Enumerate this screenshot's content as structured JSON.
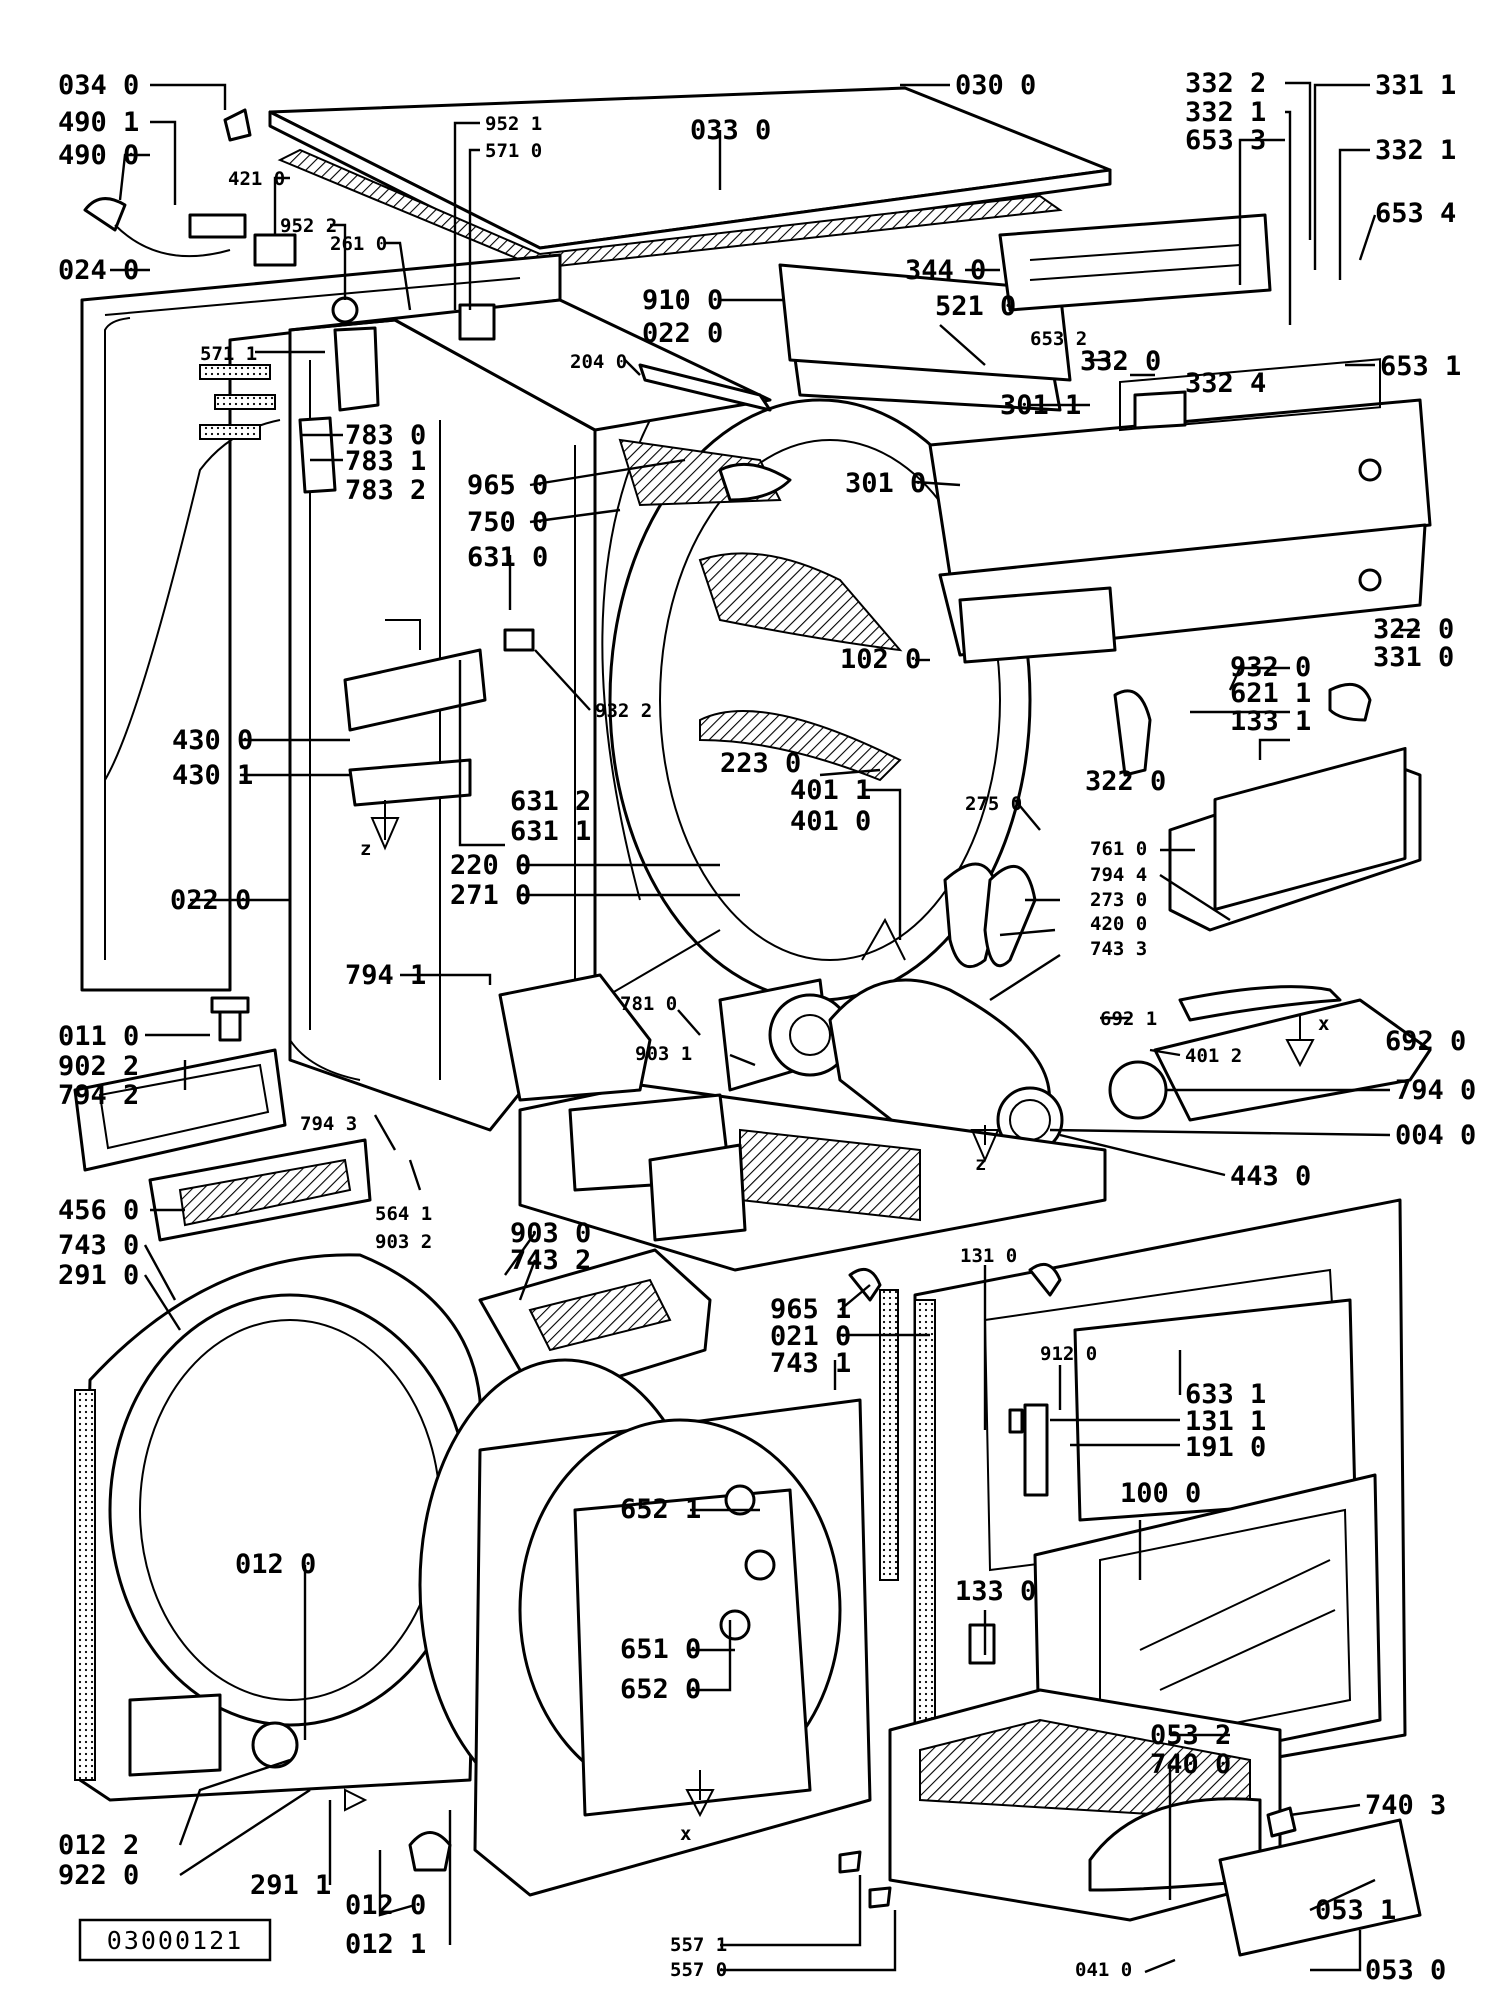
{
  "figure_id": "03000121",
  "parts": [
    {
      "id": "p0340",
      "label": "034 0"
    },
    {
      "id": "p4901",
      "label": "490 1"
    },
    {
      "id": "p4900",
      "label": "490 0"
    },
    {
      "id": "p0240",
      "label": "024 0"
    },
    {
      "id": "p4210",
      "label": "421 0"
    },
    {
      "id": "p9522",
      "label": "952 2"
    },
    {
      "id": "p5711",
      "label": "571 1"
    },
    {
      "id": "p2610",
      "label": "261 0"
    },
    {
      "id": "p9521",
      "label": "952 1"
    },
    {
      "id": "p5710",
      "label": "571 0"
    },
    {
      "id": "p0300",
      "label": "030 0"
    },
    {
      "id": "p0330",
      "label": "033 0"
    },
    {
      "id": "p3322",
      "label": "332 2"
    },
    {
      "id": "p3321a",
      "label": "332 1"
    },
    {
      "id": "p6533",
      "label": "653 3"
    },
    {
      "id": "p3311a",
      "label": "331 1"
    },
    {
      "id": "p3321b",
      "label": "332 1"
    },
    {
      "id": "p6534",
      "label": "653 4"
    },
    {
      "id": "p3440",
      "label": "344 0"
    },
    {
      "id": "p9100",
      "label": "910 0"
    },
    {
      "id": "p0220a",
      "label": "022 0"
    },
    {
      "id": "p5210",
      "label": "521 0"
    },
    {
      "id": "p6532",
      "label": "653 2"
    },
    {
      "id": "p3320",
      "label": "332 0"
    },
    {
      "id": "p3324",
      "label": "332 4"
    },
    {
      "id": "p6531",
      "label": "653 1"
    },
    {
      "id": "p2040",
      "label": "204 0"
    },
    {
      "id": "p3011",
      "label": "301 1"
    },
    {
      "id": "p7830",
      "label": "783 0"
    },
    {
      "id": "p7831",
      "label": "783 1"
    },
    {
      "id": "p7832",
      "label": "783 2"
    },
    {
      "id": "p9650",
      "label": "965 0"
    },
    {
      "id": "p7500",
      "label": "750 0"
    },
    {
      "id": "p6310",
      "label": "631 0"
    },
    {
      "id": "p3010",
      "label": "301 0"
    },
    {
      "id": "p1020",
      "label": "102 0"
    },
    {
      "id": "p3220a",
      "label": "322 0"
    },
    {
      "id": "p3310",
      "label": "331 0"
    },
    {
      "id": "p9320",
      "label": "932 0"
    },
    {
      "id": "p6211",
      "label": "621 1"
    },
    {
      "id": "p1331a",
      "label": "133 1"
    },
    {
      "id": "p9322",
      "label": "932 2"
    },
    {
      "id": "p4300",
      "label": "430 0"
    },
    {
      "id": "p4301",
      "label": "430 1"
    },
    {
      "id": "p2230",
      "label": "223 0"
    },
    {
      "id": "p3220b",
      "label": "322 0"
    },
    {
      "id": "p6312",
      "label": "631 2"
    },
    {
      "id": "p6311",
      "label": "631 1"
    },
    {
      "id": "p4011",
      "label": "401 1"
    },
    {
      "id": "p4010",
      "label": "401 0"
    },
    {
      "id": "p2750",
      "label": "275 0"
    },
    {
      "id": "p2200",
      "label": "220 0"
    },
    {
      "id": "p2710",
      "label": "271 0"
    },
    {
      "id": "p0220b",
      "label": "022 0"
    },
    {
      "id": "p7610",
      "label": "761 0"
    },
    {
      "id": "p7944",
      "label": "794 4"
    },
    {
      "id": "p2730",
      "label": "273 0"
    },
    {
      "id": "p4200",
      "label": "420 0"
    },
    {
      "id": "p7433",
      "label": "743 3"
    },
    {
      "id": "p7941",
      "label": "794 1"
    },
    {
      "id": "p7810",
      "label": "781 0"
    },
    {
      "id": "p6921",
      "label": "692 1"
    },
    {
      "id": "p6920",
      "label": "692 0"
    },
    {
      "id": "p0110",
      "label": "011 0"
    },
    {
      "id": "p9031",
      "label": "903 1"
    },
    {
      "id": "p4012",
      "label": "401 2"
    },
    {
      "id": "p9022",
      "label": "902 2"
    },
    {
      "id": "p7942",
      "label": "794 2"
    },
    {
      "id": "p7940",
      "label": "794 0"
    },
    {
      "id": "p0040",
      "label": "004 0"
    },
    {
      "id": "p7943",
      "label": "794 3"
    },
    {
      "id": "p4430",
      "label": "443 0"
    },
    {
      "id": "p4560",
      "label": "456 0"
    },
    {
      "id": "p5641",
      "label": "564 1"
    },
    {
      "id": "p9032",
      "label": "903 2"
    },
    {
      "id": "p7430",
      "label": "743 0"
    },
    {
      "id": "p2910",
      "label": "291 0"
    },
    {
      "id": "p9030",
      "label": "903 0"
    },
    {
      "id": "p7432",
      "label": "743 2"
    },
    {
      "id": "p1310",
      "label": "131 0"
    },
    {
      "id": "p9651",
      "label": "965 1"
    },
    {
      "id": "p0210",
      "label": "021 0"
    },
    {
      "id": "p7431",
      "label": "743 1"
    },
    {
      "id": "p9120",
      "label": "912 0"
    },
    {
      "id": "p6331",
      "label": "633 1"
    },
    {
      "id": "p1311",
      "label": "131 1"
    },
    {
      "id": "p1910",
      "label": "191 0"
    },
    {
      "id": "p0120a",
      "label": "012 0"
    },
    {
      "id": "p6521",
      "label": "652 1"
    },
    {
      "id": "p1000",
      "label": "100 0"
    },
    {
      "id": "p1330",
      "label": "133 0"
    },
    {
      "id": "p0532",
      "label": "053 2"
    },
    {
      "id": "p7400",
      "label": "740 0"
    },
    {
      "id": "p6510",
      "label": "651 0"
    },
    {
      "id": "p6520",
      "label": "652 0"
    },
    {
      "id": "p7403",
      "label": "740 3"
    },
    {
      "id": "p0122",
      "label": "012 2"
    },
    {
      "id": "p9220",
      "label": "922 0"
    },
    {
      "id": "p2911",
      "label": "291 1"
    },
    {
      "id": "p0120b",
      "label": "012 0"
    },
    {
      "id": "p0121",
      "label": "012 1"
    },
    {
      "id": "p5571",
      "label": "557 1"
    },
    {
      "id": "p5570",
      "label": "557 0"
    },
    {
      "id": "p0410",
      "label": "041 0"
    },
    {
      "id": "p0531",
      "label": "053 1"
    },
    {
      "id": "p0530",
      "label": "053 0"
    }
  ],
  "markers": {
    "z": "z",
    "x": "x"
  }
}
